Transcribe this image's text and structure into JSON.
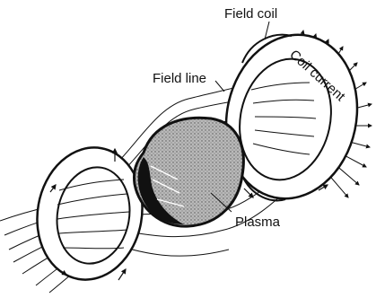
{
  "diagram": {
    "labels": {
      "field_coil": "Field coil",
      "coil_current": "Coil current",
      "field_line": "Field line",
      "plasma": "Plasma"
    },
    "colors": {
      "ink": "#111111",
      "background": "#ffffff",
      "plasma": "#8a8a8a"
    }
  }
}
